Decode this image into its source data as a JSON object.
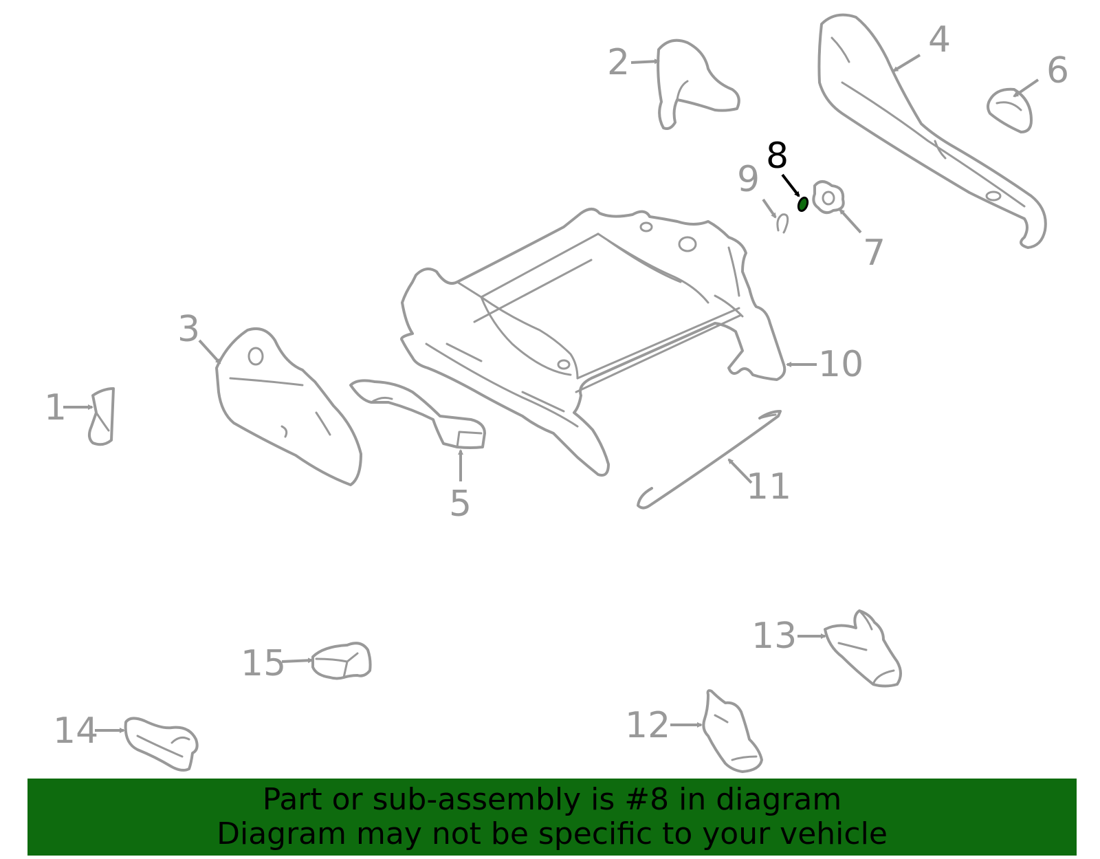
{
  "diagram": {
    "highlighted_part": "8",
    "labels": [
      "1",
      "2",
      "3",
      "4",
      "5",
      "6",
      "7",
      "8",
      "9",
      "10",
      "11",
      "12",
      "13",
      "14",
      "15"
    ],
    "colors": {
      "line": "#999999",
      "highlight": "#000000",
      "highlight_fill": "#0e6b0e",
      "banner": "#0e6b0e"
    }
  },
  "banner": {
    "line1": "Part or sub-assembly is #8 in diagram",
    "line2": "Diagram may not be specific to your vehicle"
  }
}
